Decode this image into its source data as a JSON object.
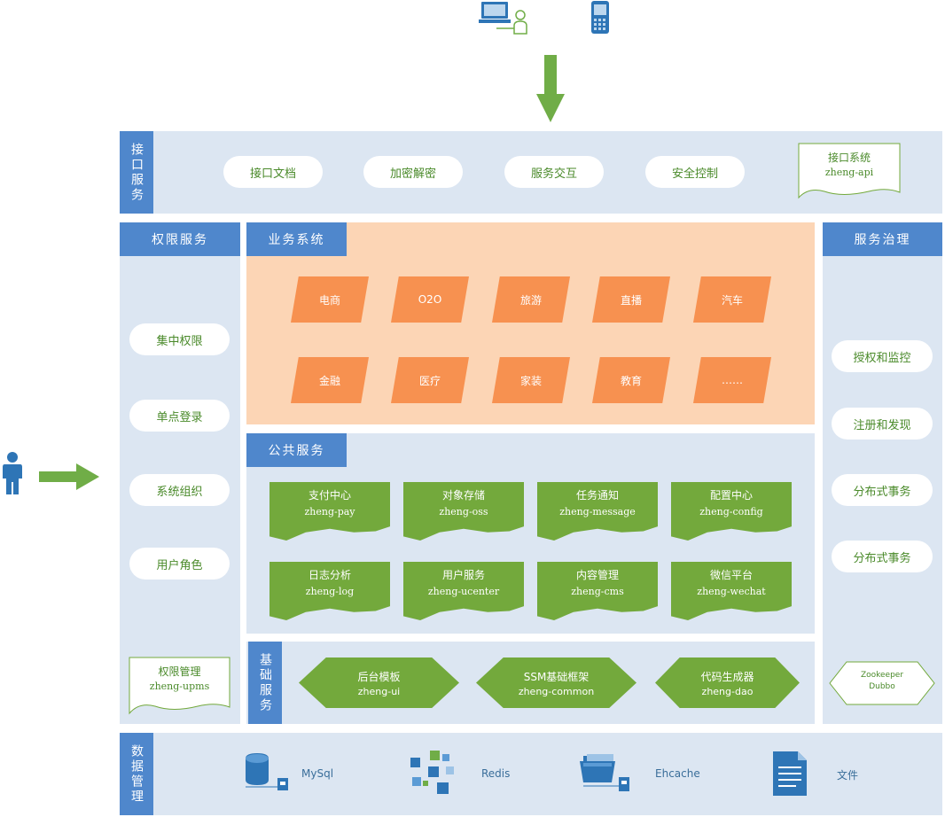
{
  "clients": {
    "pc_icon": "laptop-user-icon",
    "mobile_icon": "mobile-phone-icon"
  },
  "user_icon": "person-icon",
  "interface": {
    "label": "接口服务",
    "items": [
      "接口文档",
      "加密解密",
      "服务交互",
      "安全控制"
    ],
    "system": {
      "name": "接口系统",
      "code": "zheng-api"
    }
  },
  "permission": {
    "title": "权限服务",
    "items": [
      "集中权限",
      "单点登录",
      "系统组织",
      "用户角色"
    ],
    "system": {
      "name": "权限管理",
      "code": "zheng-upms"
    }
  },
  "business": {
    "title": "业务系统",
    "items": [
      "电商",
      "O2O",
      "旅游",
      "直播",
      "汽车",
      "金融",
      "医疗",
      "家装",
      "教育",
      "……"
    ]
  },
  "public": {
    "title": "公共服务",
    "items": [
      {
        "name": "支付中心",
        "code": "zheng-pay"
      },
      {
        "name": "对象存储",
        "code": "zheng-oss"
      },
      {
        "name": "任务通知",
        "code": "zheng-message"
      },
      {
        "name": "配置中心",
        "code": "zheng-config"
      },
      {
        "name": "日志分析",
        "code": "zheng-log"
      },
      {
        "name": "用户服务",
        "code": "zheng-ucenter"
      },
      {
        "name": "内容管理",
        "code": "zheng-cms"
      },
      {
        "name": "微信平台",
        "code": "zheng-wechat"
      }
    ]
  },
  "foundation": {
    "label": "基础服务",
    "items": [
      {
        "name": "后台模板",
        "code": "zheng-ui"
      },
      {
        "name": "SSM基础框架",
        "code": "zheng-common"
      },
      {
        "name": "代码生成器",
        "code": "zheng-dao"
      }
    ]
  },
  "governance": {
    "title": "服务治理",
    "items": [
      "授权和监控",
      "注册和发现",
      "分布式事务",
      "分布式事务"
    ],
    "tools": [
      "Zookeeper",
      "Dubbo"
    ]
  },
  "data": {
    "label": "数据管理",
    "items": [
      {
        "icon": "database-icon",
        "label": "MySql"
      },
      {
        "icon": "redis-cluster-icon",
        "label": "Redis"
      },
      {
        "icon": "folder-cache-icon",
        "label": "Ehcache"
      },
      {
        "icon": "document-file-icon",
        "label": "文件"
      }
    ]
  },
  "colors": {
    "panel": "#dce6f2",
    "header": "#4f87cc",
    "accent_green": "#73a93c",
    "accent_orange": "#f79150",
    "business_bg": "#fcd5b5"
  }
}
